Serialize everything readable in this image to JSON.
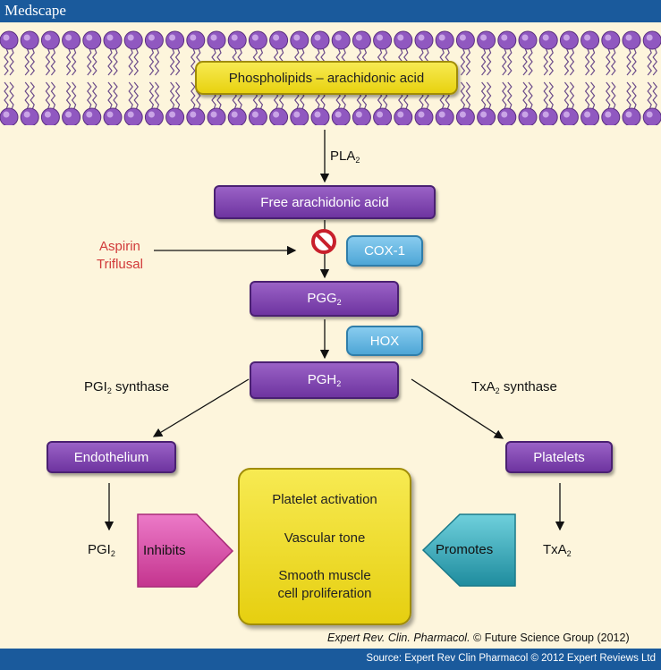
{
  "header": {
    "brand": "Medscape"
  },
  "footer": {
    "source": "Source: Expert Rev Clin Pharmacol © 2012 Expert Reviews Ltd"
  },
  "caption": {
    "journal": "Expert Rev. Clin. Pharmacol.",
    "rest": "© Future Science Group (2012)"
  },
  "membrane": {
    "label": "Phospholipids – arachidonic acid"
  },
  "pathway": {
    "pla2": {
      "base": "PLA",
      "sub": "2"
    },
    "free_aa": "Free arachidonic acid",
    "drugs": [
      "Aspirin",
      "Triflusal"
    ],
    "cox1": "COX-1",
    "pgg2": {
      "base": "PGG",
      "sub": "2"
    },
    "hox": "HOX",
    "pgh2": {
      "base": "PGH",
      "sub": "2"
    },
    "pgi2_synthase": {
      "base": "PGI",
      "sub": "2",
      "suffix": " synthase"
    },
    "txa2_synthase": {
      "base": "TxA",
      "sub": "2",
      "suffix": " synthase"
    },
    "endothelium": "Endothelium",
    "platelets": "Platelets",
    "pgi2": {
      "base": "PGI",
      "sub": "2"
    },
    "txa2": {
      "base": "TxA",
      "sub": "2"
    },
    "inhibits": "Inhibits",
    "promotes": "Promotes",
    "effects": [
      "Platelet activation",
      "Vascular tone",
      "Smooth muscle",
      "cell proliferation"
    ]
  },
  "colors": {
    "purple": "#7b3fb0",
    "yellow": "#f0de2a",
    "blue": "#5db3e0",
    "magenta": "#d94aa4",
    "teal": "#2fa8b8",
    "red": "#d13a3a",
    "header": "#1a5a9c"
  }
}
